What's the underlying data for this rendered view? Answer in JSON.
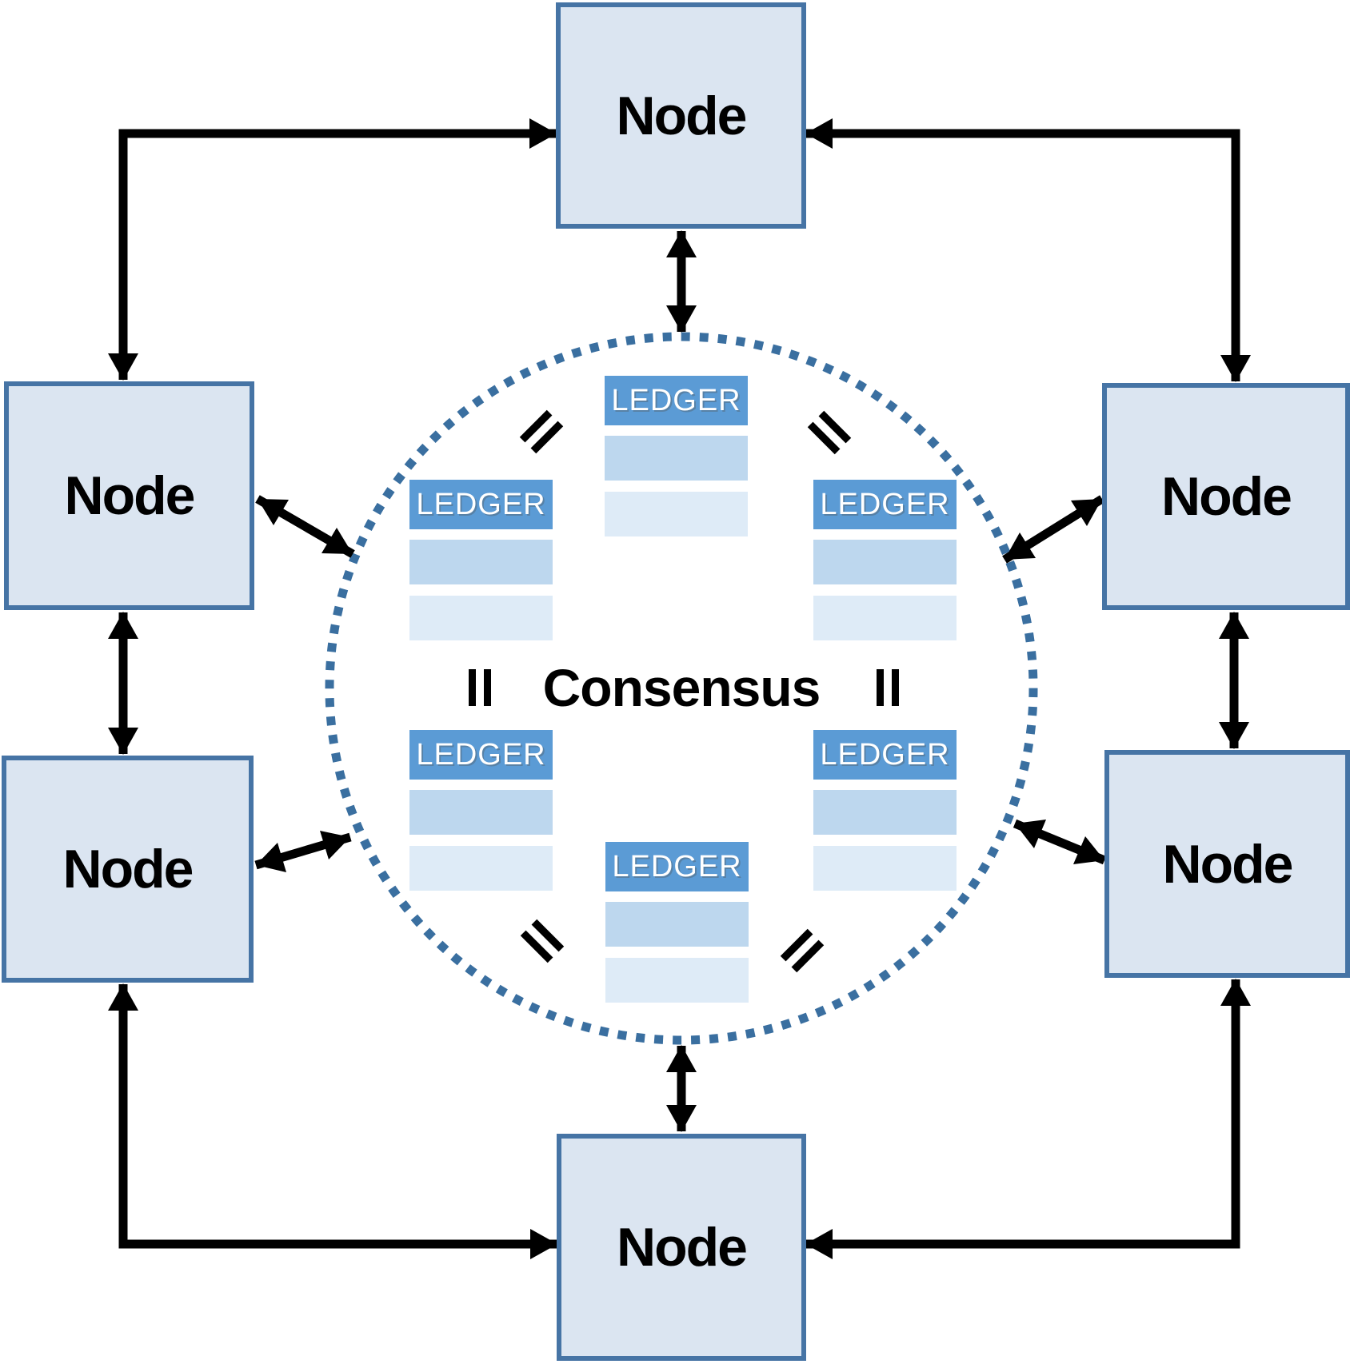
{
  "nodes": [
    {
      "position": "top",
      "label": "Node"
    },
    {
      "position": "upper-left",
      "label": "Node"
    },
    {
      "position": "upper-right",
      "label": "Node"
    },
    {
      "position": "lower-left",
      "label": "Node"
    },
    {
      "position": "lower-right",
      "label": "Node"
    },
    {
      "position": "bottom",
      "label": "Node"
    }
  ],
  "consensus_circle": {
    "label": "Consensus",
    "ledgers": [
      {
        "position": "top",
        "label": "LEDGER",
        "rows": 2
      },
      {
        "position": "left",
        "label": "LEDGER",
        "rows": 2
      },
      {
        "position": "right",
        "label": "LEDGER",
        "rows": 2
      },
      {
        "position": "lower-left",
        "label": "LEDGER",
        "rows": 2
      },
      {
        "position": "lower-right",
        "label": "LEDGER",
        "rows": 2
      },
      {
        "position": "bottom",
        "label": "LEDGER",
        "rows": 2
      }
    ],
    "equals_sign_count": 6
  },
  "colors": {
    "node_fill": "#dbe5f1",
    "node_border": "#4674a5",
    "ledger_header": "#5b9bd5",
    "ledger_row_medium": "#bdd7ee",
    "ledger_row_light": "#deebf7",
    "circle_dots": "#3a6fa0",
    "arrows": "#000000",
    "text": "#000000",
    "ledger_text": "#ffffff"
  }
}
